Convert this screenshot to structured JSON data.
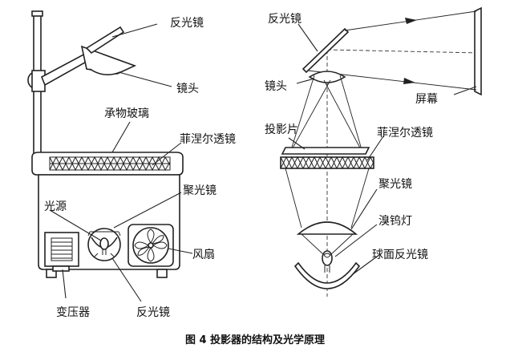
{
  "labels": {
    "left_reflector": "反光镜",
    "left_lens": "镜头",
    "stage_glass": "承物玻璃",
    "left_fresnel": "菲涅尔透镜",
    "left_condenser": "聚光镜",
    "light_source": "光源",
    "fan": "风扇",
    "transformer": "变压器",
    "bottom_reflector": "反光镜",
    "right_reflector": "反光镜",
    "right_lens": "镜头",
    "screen": "屏幕",
    "slide": "投影片",
    "right_fresnel": "菲涅尔透镜",
    "right_condenser": "聚光镜",
    "halogen_lamp": "溴钨灯",
    "spherical_reflector": "球面反光镜"
  },
  "caption": "图 4  投影器的结构及光学原理",
  "colors": {
    "line": "#222222",
    "background": "#ffffff"
  }
}
